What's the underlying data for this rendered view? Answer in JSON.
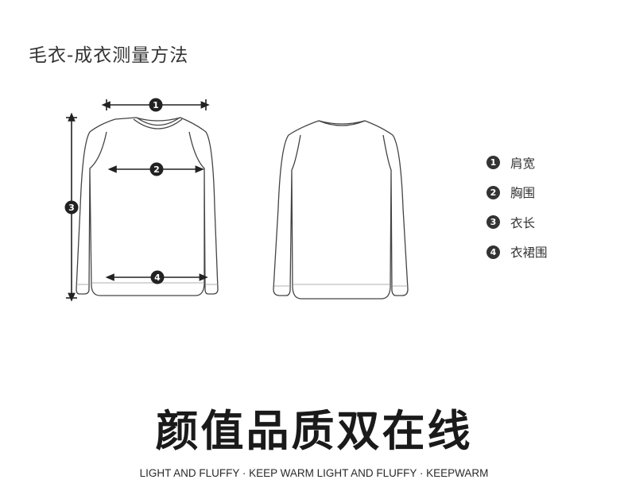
{
  "page": {
    "title": "毛衣-成衣测量方法",
    "slogan": "颜值品质双在线",
    "tagline": "LIGHT AND FLUFFY · KEEP WARM LIGHT AND FLUFFY · KEEPWARM"
  },
  "markers": [
    {
      "number": "1",
      "label": "肩宽"
    },
    {
      "number": "2",
      "label": "胸围"
    },
    {
      "number": "3",
      "label": "衣长"
    },
    {
      "number": "4",
      "label": "衣裙围"
    }
  ],
  "colors": {
    "line": "#333333",
    "marker_fill": "#222222",
    "marker_text": "#ffffff",
    "text": "#333333"
  }
}
